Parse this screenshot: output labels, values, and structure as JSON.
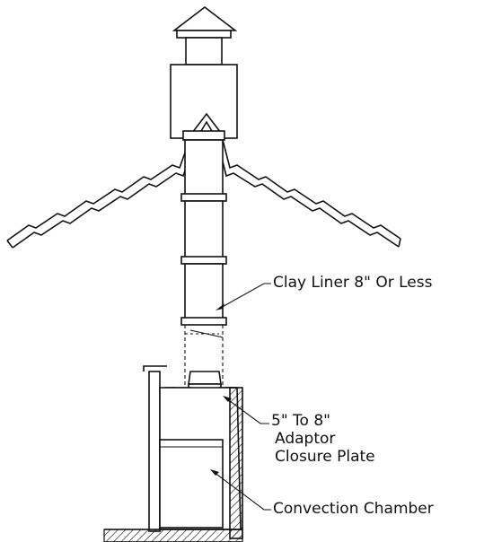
{
  "labels": {
    "clay_liner": "Clay Liner 8\" Or Less",
    "adaptor_line1": "5\" To 8\"",
    "adaptor_line2": "Adaptor",
    "adaptor_line3": "Closure Plate",
    "convection": "Convection Chamber"
  },
  "colors": {
    "ink": "#111111",
    "paper": "#ffffff"
  }
}
